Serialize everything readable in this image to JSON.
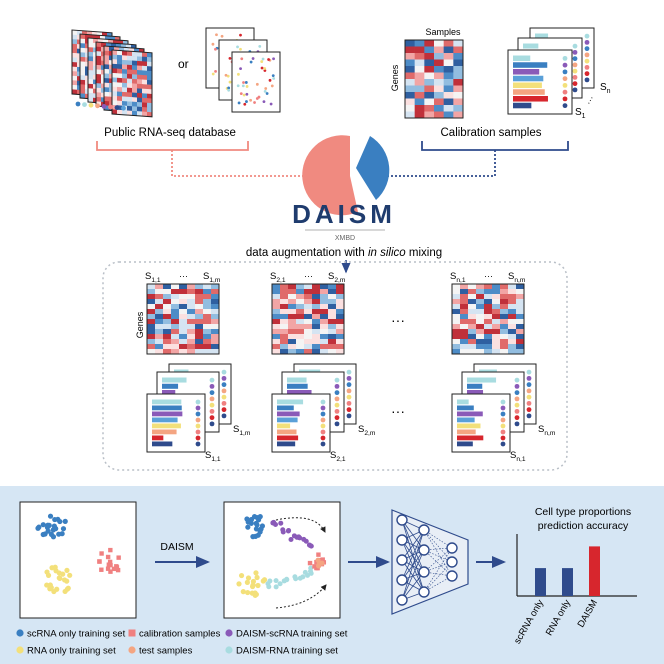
{
  "top": {
    "or_label": "or",
    "public_db_label": "Public RNA-seq database",
    "samples_label": "Samples",
    "genes_label": "Genes",
    "calibration_label": "Calibration samples",
    "s_n": "S",
    "s_n_sub": "n",
    "s_1": "S",
    "s_1_sub": "1",
    "dots": "···"
  },
  "logo": {
    "text": "DAISM",
    "sub": "XMBD"
  },
  "augmentation": {
    "caption_prefix": "data augmentation with ",
    "caption_italic": "in silico",
    "caption_suffix": " mixing",
    "genes_label": "Genes",
    "ellipsis": "···",
    "groups": [
      {
        "top_left": "S",
        "top_left_sub": "1,1",
        "top_right": "S",
        "top_right_sub": "1,m",
        "bar_label": "S",
        "bar_label_sub": "1,m",
        "bar_bottom": "S",
        "bar_bottom_sub": "1,1"
      },
      {
        "top_left": "S",
        "top_left_sub": "2,1",
        "top_right": "S",
        "top_right_sub": "2,m",
        "bar_label": "S",
        "bar_label_sub": "2,m",
        "bar_bottom": "S",
        "bar_bottom_sub": "2,1"
      },
      {
        "top_left": "S",
        "top_left_sub": "n,1",
        "top_right": "S",
        "top_right_sub": "n,m",
        "bar_label": "S",
        "bar_label_sub": "n,m",
        "bar_bottom": "S",
        "bar_bottom_sub": "n,1"
      }
    ]
  },
  "bottom": {
    "daism_arrow_label": "DAISM",
    "chart_title_line1": "Cell type proportions",
    "chart_title_line2": "prediction accuracy",
    "legend": [
      {
        "label": "scRNA only training set",
        "color": "#3a7fc1",
        "shape": "circle"
      },
      {
        "label": "calibration samples",
        "color": "#f08080",
        "shape": "square"
      },
      {
        "label": "DAISM-scRNA training set",
        "color": "#8a5ab8",
        "shape": "circle"
      },
      {
        "label": "RNA only training set",
        "color": "#f3e07a",
        "shape": "circle"
      },
      {
        "label": "test samples",
        "color": "#f4a582",
        "shape": "circle"
      },
      {
        "label": "DAISM-RNA training set",
        "color": "#a8dce0",
        "shape": "circle"
      }
    ]
  },
  "chart_data": {
    "type": "bar",
    "title": "Cell type proportions prediction accuracy",
    "categories": [
      "scRNA only",
      "RNA only",
      "DAISM"
    ],
    "values": [
      0.45,
      0.45,
      0.8
    ],
    "colors": [
      "#2f4b8c",
      "#2f4b8c",
      "#d7262d"
    ],
    "ylim": [
      0,
      1
    ]
  },
  "colors": {
    "red_dark": "#c0303a",
    "blue_dark": "#2f4b8c",
    "panel_bg": "#d6e6f4",
    "arrow": "#2f4b8c",
    "salmon": "#f08a80"
  }
}
